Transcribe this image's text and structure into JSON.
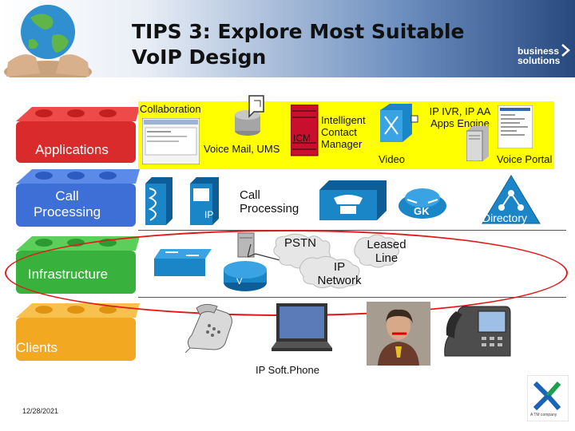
{
  "title_line1": "TIPS 3: Explore Most Suitable",
  "title_line2": "VoIP Design",
  "brand_line1": "business",
  "brand_line2": "solutions",
  "layers": {
    "applications": "Applications",
    "call_processing_1": "Call",
    "call_processing_2": "Processing",
    "infrastructure": "Infrastructure",
    "clients": "Clients"
  },
  "apps_panel": {
    "collaboration": "Collaboration",
    "voice_mail": "Voice Mail, UMS",
    "icm_badge": "ICM",
    "intelligent_1": "Intelligent",
    "intelligent_2": "Contact",
    "intelligent_3": "Manager",
    "ivr_1": "IP IVR, IP AA",
    "ivr_2": "Apps Engine",
    "video": "Video",
    "voice_portal": "Voice Portal"
  },
  "call_row": {
    "call_processing_1": "Call",
    "call_processing_2": "Processing",
    "ip_badge": "IP",
    "gk": "GK",
    "directory": "Directory"
  },
  "infra_row": {
    "pstn": "PSTN",
    "ip_network_1": "IP",
    "ip_network_2": "Network",
    "leased_1": "Leased",
    "leased_2": "Line",
    "v_badge": "V"
  },
  "clients_row": {
    "softphone": "IP Soft.Phone"
  },
  "date": "12/28/2021",
  "footer_logo_text": "A TM company",
  "colors": {
    "applications_brick": "#d92b2b",
    "call_brick": "#3d6fd6",
    "infrastructure_brick": "#38b23c",
    "clients_brick": "#f2a820",
    "apps_panel": "#ffff00",
    "ellipse": "#e01a1a",
    "gk_cloud": "#1a86c8",
    "directory_triangle": "#1a86c8"
  }
}
